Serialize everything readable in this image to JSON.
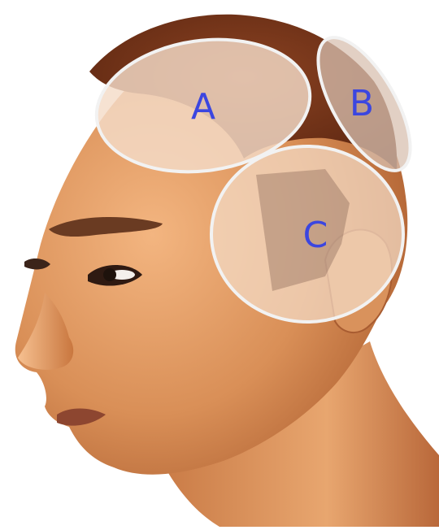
{
  "zones": [
    {
      "id": "A",
      "label": "A"
    },
    {
      "id": "B",
      "label": "B"
    },
    {
      "id": "C",
      "label": "C"
    }
  ],
  "colors": {
    "label": "#3b46e0",
    "skin": "#d9925c",
    "hair": "#7a3a1f",
    "zone_fill": "#f4dcc8",
    "zone_outline": "#f2f2f2"
  }
}
